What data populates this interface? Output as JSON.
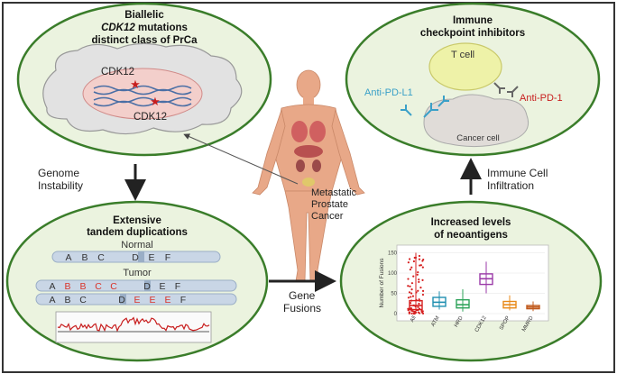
{
  "panels": {
    "top_left": {
      "title_line1": "Biallelic",
      "title_line2_gene": "CDK12",
      "title_line2_rest": " mutations",
      "title_line3": "distinct class of PrCa",
      "gene_label_1": "CDK12",
      "gene_label_2": "CDK12"
    },
    "top_right": {
      "title_line1": "Immune",
      "title_line2": "checkpoint inhibitors",
      "t_cell": "T cell",
      "anti_pdl1": "Anti-PD-L1",
      "anti_pd1": "Anti-PD-1",
      "cancer_cell": "Cancer cell"
    },
    "bottom_left": {
      "title_line1": "Extensive",
      "title_line2": "tandem duplications",
      "normal_label": "Normal",
      "tumor_label": "Tumor",
      "normal_row": [
        "A",
        "B",
        "C",
        "D",
        "E",
        "F"
      ],
      "tumor_row1": [
        "A",
        "B",
        "B",
        "C",
        "C",
        "D",
        "E",
        "F"
      ],
      "tumor_row2": [
        "A",
        "B",
        "C",
        "D",
        "E",
        "E",
        "E",
        "F"
      ]
    },
    "bottom_right": {
      "title_line1": "Increased levels",
      "title_line2": "of neoantigens",
      "ylabel": "Number of Fusions"
    }
  },
  "center": {
    "body_label_1": "Metastatic",
    "body_label_2": "Prostate",
    "body_label_3": "Cancer"
  },
  "arrows": {
    "left_1": "Genome",
    "left_2": "Instability",
    "right_1": "Immune Cell",
    "right_2": "Infiltration",
    "bottom_1": "Gene",
    "bottom_2": "Fusions"
  },
  "chart_data": {
    "type": "box",
    "title": "Increased levels of neoantigens",
    "ylabel": "Number of Fusions",
    "categories": [
      "All",
      "ATM",
      "HRD",
      "CDK12",
      "SPOP",
      "MMRD"
    ],
    "yticks": [
      0,
      50,
      100,
      150
    ],
    "ylim": [
      0,
      160
    ],
    "colors": [
      "#d62020",
      "#1f8fb0",
      "#2ea35a",
      "#9b3aa8",
      "#e88a1a",
      "#c0581a"
    ],
    "boxes": [
      {
        "min": 0,
        "q1": 10,
        "median": 20,
        "q3": 32,
        "max": 150
      },
      {
        "min": 10,
        "q1": 18,
        "median": 28,
        "q3": 40,
        "max": 55
      },
      {
        "min": 5,
        "q1": 14,
        "median": 22,
        "q3": 34,
        "max": 60
      },
      {
        "min": 50,
        "q1": 72,
        "median": 86,
        "q3": 98,
        "max": 128
      },
      {
        "min": 8,
        "q1": 14,
        "median": 22,
        "q3": 30,
        "max": 45
      },
      {
        "min": 6,
        "q1": 12,
        "median": 16,
        "q3": 20,
        "max": 30
      }
    ]
  },
  "colors": {
    "circle_stroke": "#3a7d2a",
    "tumor_highlight": "#d9342b",
    "antibody": "#3aa0c8",
    "body_skin": "#e8a888"
  }
}
